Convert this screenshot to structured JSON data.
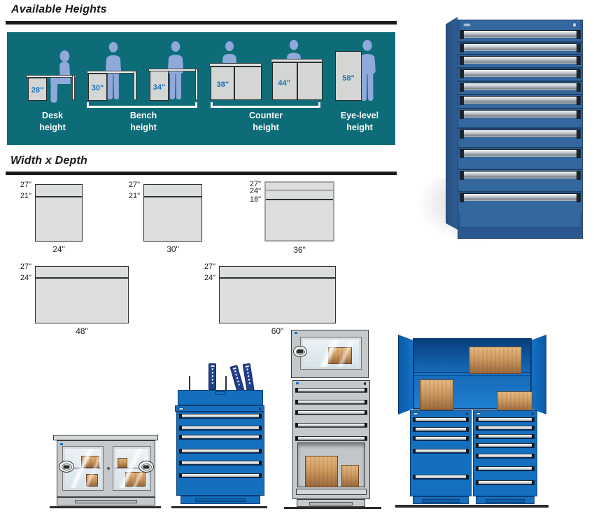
{
  "available_heights": {
    "title": "Available Heights",
    "groups": [
      {
        "name": "desk",
        "caption": [
          "Desk",
          "height"
        ],
        "sizes": [
          "28\""
        ]
      },
      {
        "name": "bench",
        "caption": [
          "Bench",
          "height"
        ],
        "sizes": [
          "30\"",
          "34\""
        ]
      },
      {
        "name": "counter",
        "caption": [
          "Counter",
          "height"
        ],
        "sizes": [
          "38\"",
          "44\""
        ]
      },
      {
        "name": "eye-level",
        "caption": [
          "Eye-level",
          "height"
        ],
        "sizes": [
          "58\""
        ]
      }
    ]
  },
  "width_depth": {
    "title": "Width x Depth",
    "diagrams": [
      {
        "width": "24\"",
        "depths": [
          "27\"",
          "21\""
        ]
      },
      {
        "width": "30\"",
        "depths": [
          "27\"",
          "21\""
        ]
      },
      {
        "width": "36\"",
        "depths": [
          "27\"",
          "24\"",
          "18\""
        ]
      },
      {
        "width": "48\"",
        "depths": [
          "27\"",
          "24\""
        ]
      },
      {
        "width": "60\"",
        "depths": [
          "27\"",
          "24\""
        ]
      }
    ]
  },
  "illustrations": {
    "photo": "eleven-drawer-storage-cabinet",
    "bottom_row": [
      "glass-door-counter-cabinet",
      "drawer-cabinet-with-shelf-riser-and-binders",
      "drawer-cabinet-with-window-door-and-open-compartment",
      "two-drawer-cabinets-with-overhead-wall-cabinet"
    ]
  },
  "colors": {
    "banner_teal": "#0D6C77",
    "silhouette_blue": "#8FA9DB",
    "size_label_blue": "#1A6FB8",
    "cabinet_grey": "#D3D6D2",
    "diagram_grey": "#DCDEDD",
    "illustration_blue": "#1470BE",
    "photo_cabinet_blue": "#33679E",
    "carton_brown": "#CE9A60",
    "rule_black": "#1A1A1A"
  }
}
